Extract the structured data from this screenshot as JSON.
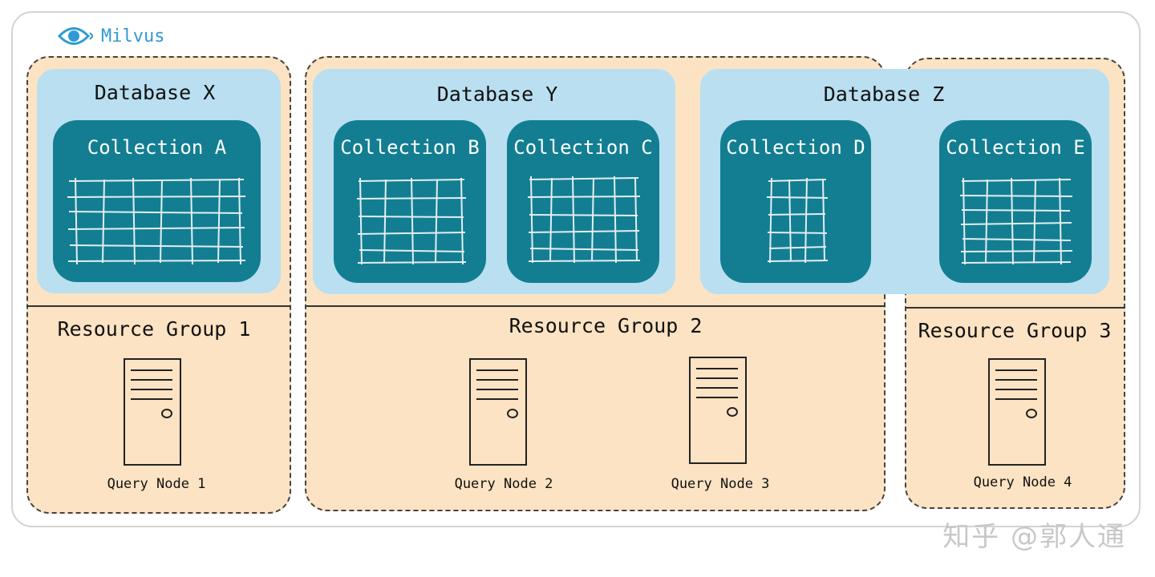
{
  "brand": {
    "logo_text": "Milvus",
    "logo_icon": "milvus-eye-icon",
    "accent": "#2f9bd6"
  },
  "colors": {
    "resource_group_bg": "#fbe3c3",
    "database_bg": "#b9dff1",
    "collection_bg": "#137e92"
  },
  "databases": [
    {
      "label": "Database X"
    },
    {
      "label": "Database Y"
    },
    {
      "label": "Database Z"
    }
  ],
  "collections": [
    {
      "label": "Collection A"
    },
    {
      "label": "Collection B"
    },
    {
      "label": "Collection C"
    },
    {
      "label": "Collection D"
    },
    {
      "label": "Collection E"
    }
  ],
  "resource_groups": [
    {
      "label": "Resource Group 1"
    },
    {
      "label": "Resource Group 2"
    },
    {
      "label": "Resource Group 3"
    }
  ],
  "query_nodes": [
    {
      "label": "Query Node 1"
    },
    {
      "label": "Query Node 2"
    },
    {
      "label": "Query Node 3"
    },
    {
      "label": "Query Node 4"
    }
  ],
  "watermark": "知乎 @郭人通"
}
